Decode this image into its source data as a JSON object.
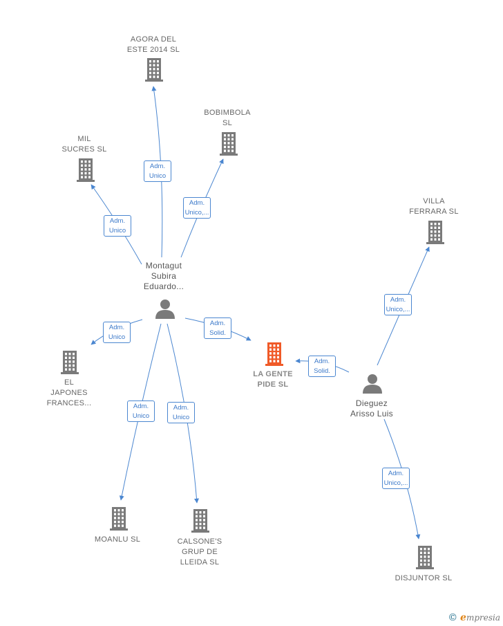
{
  "focus_color": "#f05a28",
  "node_color": "#7a7a7a",
  "edge_color": "#4a86d0",
  "nodes": [
    {
      "id": "agora",
      "type": "company",
      "icon": "building-icon",
      "lines": [
        "AGORA DEL",
        "ESTE 2014  SL"
      ]
    },
    {
      "id": "bobimbola",
      "type": "company",
      "icon": "building-icon",
      "lines": [
        "BOBIMBOLA",
        "SL"
      ]
    },
    {
      "id": "mil",
      "type": "company",
      "icon": "building-icon",
      "lines": [
        "MIL",
        "SUCRES SL"
      ]
    },
    {
      "id": "villa",
      "type": "company",
      "icon": "building-icon",
      "lines": [
        "VILLA",
        "FERRARA  SL"
      ]
    },
    {
      "id": "montagut",
      "type": "person",
      "icon": "person-icon",
      "lines": [
        "Montagut",
        "Subira",
        "Eduardo..."
      ]
    },
    {
      "id": "japones",
      "type": "company",
      "icon": "building-icon",
      "lines": [
        "EL",
        "JAPONES",
        "FRANCES..."
      ]
    },
    {
      "id": "lagente",
      "type": "focus",
      "icon": "building-icon",
      "lines": [
        "LA GENTE",
        "PIDE  SL"
      ]
    },
    {
      "id": "dieguez",
      "type": "person",
      "icon": "person-icon",
      "lines": [
        "Dieguez",
        "Arisso Luis"
      ]
    },
    {
      "id": "moanlu",
      "type": "company",
      "icon": "building-icon",
      "lines": [
        "MOANLU  SL"
      ]
    },
    {
      "id": "calsone",
      "type": "company",
      "icon": "building-icon",
      "lines": [
        "CALSONE'S",
        "GRUP DE",
        "LLEIDA SL"
      ]
    },
    {
      "id": "disjuntor",
      "type": "company",
      "icon": "building-icon",
      "lines": [
        "DISJUNTOR  SL"
      ]
    }
  ],
  "edges": [
    {
      "from": "montagut",
      "to": "agora",
      "lines": [
        "Adm.",
        "Unico"
      ]
    },
    {
      "from": "montagut",
      "to": "bobimbola",
      "lines": [
        "Adm.",
        "Unico,..."
      ]
    },
    {
      "from": "montagut",
      "to": "mil",
      "lines": [
        "Adm.",
        "Unico"
      ]
    },
    {
      "from": "montagut",
      "to": "japones",
      "lines": [
        "Adm.",
        "Unico"
      ]
    },
    {
      "from": "montagut",
      "to": "lagente",
      "lines": [
        "Adm.",
        "Solid."
      ]
    },
    {
      "from": "montagut",
      "to": "moanlu",
      "lines": [
        "Adm.",
        "Unico"
      ]
    },
    {
      "from": "montagut",
      "to": "calsone",
      "lines": [
        "Adm.",
        "Unico"
      ]
    },
    {
      "from": "dieguez",
      "to": "lagente",
      "lines": [
        "Adm.",
        "Solid."
      ]
    },
    {
      "from": "dieguez",
      "to": "villa",
      "lines": [
        "Adm.",
        "Unico,..."
      ]
    },
    {
      "from": "dieguez",
      "to": "disjuntor",
      "lines": [
        "Adm.",
        "Unico,..."
      ]
    }
  ],
  "footer": {
    "copyright": "©",
    "brand_initial": "e",
    "brand_rest": "mpresia"
  }
}
